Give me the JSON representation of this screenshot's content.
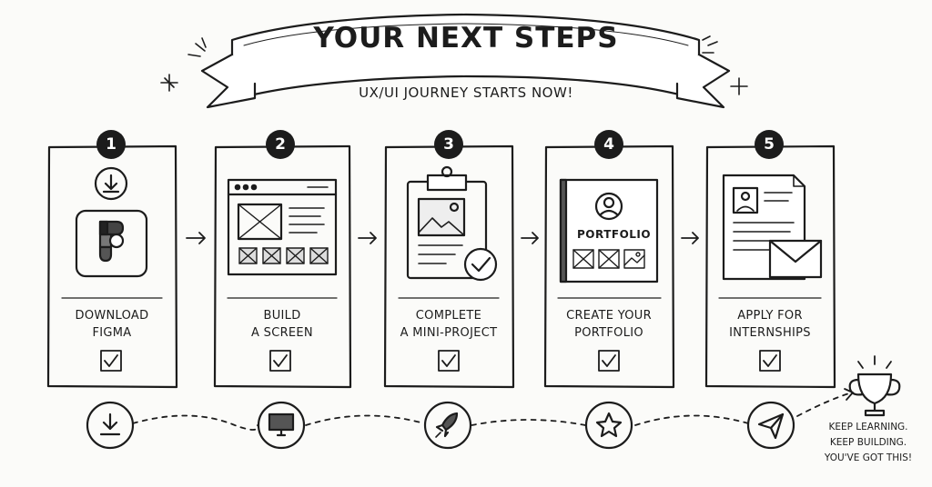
{
  "banner": {
    "title": "YOUR NEXT STEPS",
    "subtitle": "UX/UI JOURNEY STARTS NOW!"
  },
  "steps": [
    {
      "number": "1",
      "line1": "DOWNLOAD",
      "line2": "FIGMA",
      "icon": "figma-logo-icon",
      "bottom_icon": "download-icon",
      "checked": true
    },
    {
      "number": "2",
      "line1": "BUILD",
      "line2": "A SCREEN",
      "icon": "wireframe-screen-icon",
      "bottom_icon": "monitor-icon",
      "checked": true
    },
    {
      "number": "3",
      "line1": "COMPLETE",
      "line2": "A MINI-PROJECT",
      "icon": "clipboard-check-icon",
      "bottom_icon": "rocket-icon",
      "checked": true
    },
    {
      "number": "4",
      "line1": "CREATE YOUR",
      "line2": "PORTFOLIO",
      "icon": "portfolio-book-icon",
      "bottom_icon": "star-icon",
      "checked": true
    },
    {
      "number": "5",
      "line1": "APPLY FOR",
      "line2": "INTERNSHIPS",
      "icon": "resume-envelope-icon",
      "bottom_icon": "paper-plane-icon",
      "checked": true
    }
  ],
  "portfolio_label": "PORTFOLIO",
  "closing": {
    "line1": "KEEP LEARNING.",
    "line2": "KEEP BUILDING.",
    "line3": "YOU'VE GOT THIS!",
    "icon": "trophy-icon"
  },
  "colors": {
    "ink": "#1c1c1c",
    "paper": "#fbfbf9",
    "gray": "#8a8a8a"
  }
}
